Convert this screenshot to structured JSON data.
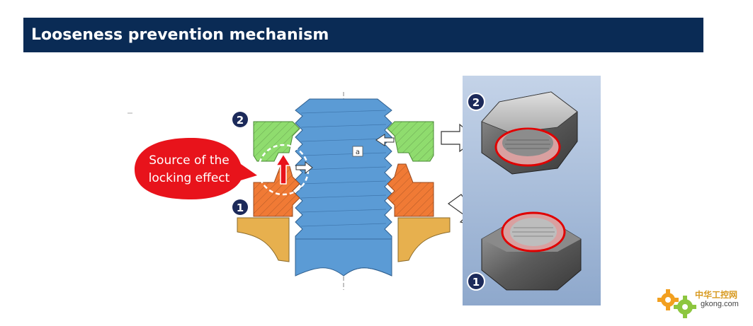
{
  "header": {
    "title": "Looseness prevention mechanism"
  },
  "diagram": {
    "callout_line1": "Source of the",
    "callout_line2": "locking effect",
    "marker_a": "a",
    "badge_top": "2",
    "badge_bottom": "1",
    "photo_badge_top": "2",
    "photo_badge_bottom": "1"
  },
  "watermark": {
    "cn_text": "中华工控网",
    "domain": "gkong.com"
  },
  "colors": {
    "header_bg": "#0a2b55",
    "bolt": "#5b9bd5",
    "upper_nut": "#8fdc6e",
    "lower_nut": "#f07a35",
    "washer": "#e7b04e",
    "callout": "#e8131b",
    "photo_bg": "#a9bdd9"
  }
}
